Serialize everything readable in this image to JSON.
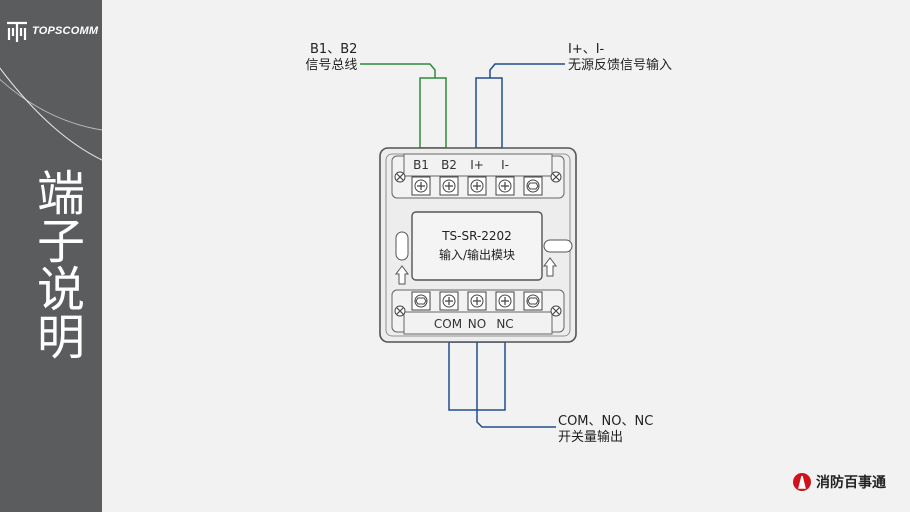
{
  "sidebar": {
    "brand": "TOPSCOMM",
    "title": "端子说明"
  },
  "wires": {
    "bus": {
      "line1": "B1、B2",
      "line2": "信号总线"
    },
    "feedback": {
      "line1": "I+、I-",
      "line2": "无源反馈信号输入"
    },
    "output": {
      "line1": "COM、NO、NC",
      "line2": "开关量输出"
    }
  },
  "module": {
    "top_terminals": [
      "B1",
      "B2",
      "I+",
      "I-"
    ],
    "bottom_terminals": [
      "COM",
      "NO",
      "NC"
    ],
    "model": "TS-SR-2202",
    "name": "输入/输出模块"
  },
  "footer": {
    "logo_text": "消防百事通"
  },
  "colors": {
    "sidebar": "#5b5c5e",
    "bus_wire": "#2e8b3a",
    "signal_wire": "#1f4e8c",
    "logo_red": "#d0121b"
  }
}
